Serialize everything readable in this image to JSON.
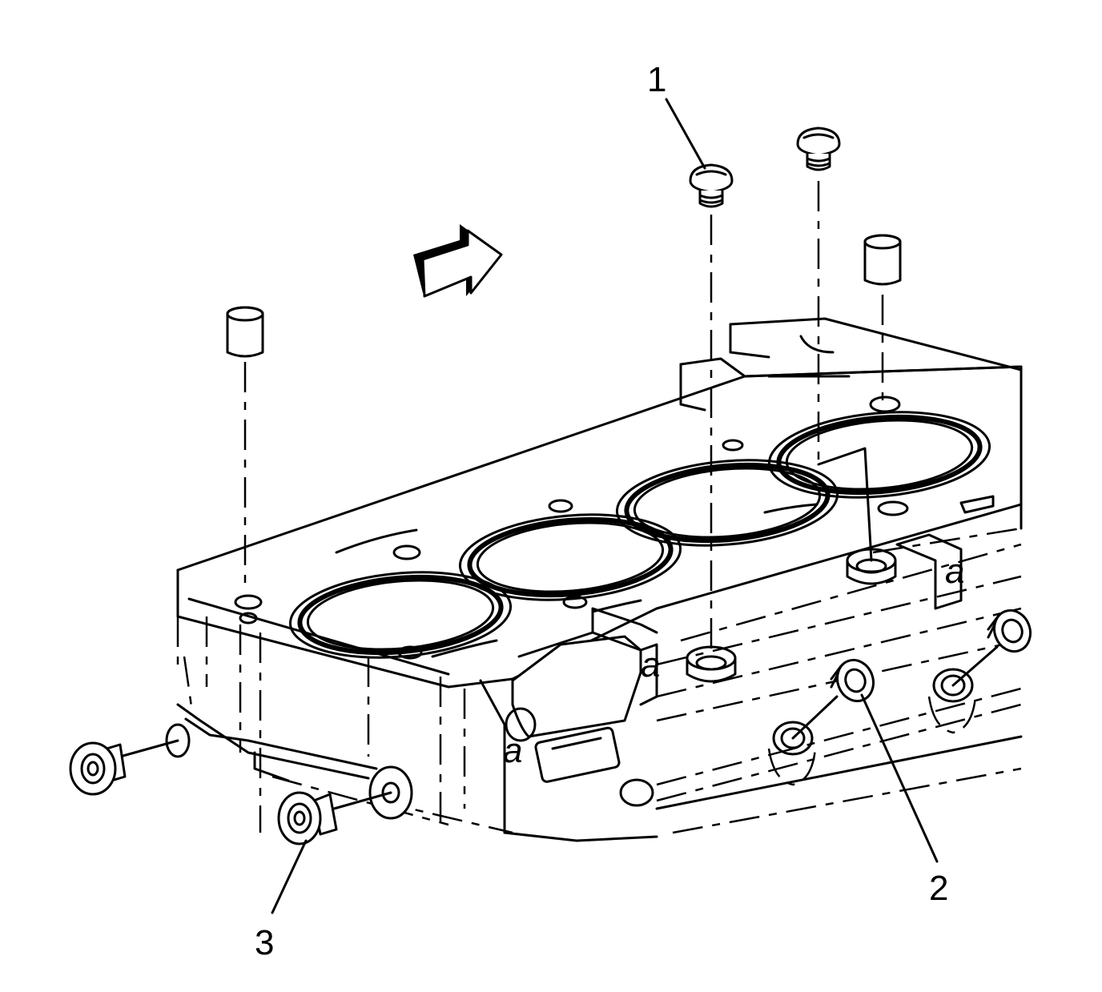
{
  "callouts": [
    {
      "id": "1",
      "label": "1"
    },
    {
      "id": "2",
      "label": "2"
    },
    {
      "id": "3",
      "label": "3"
    }
  ],
  "colors": {
    "line": "#000000",
    "background": "#ffffff"
  },
  "icons": [
    "front-direction-arrow-icon"
  ]
}
